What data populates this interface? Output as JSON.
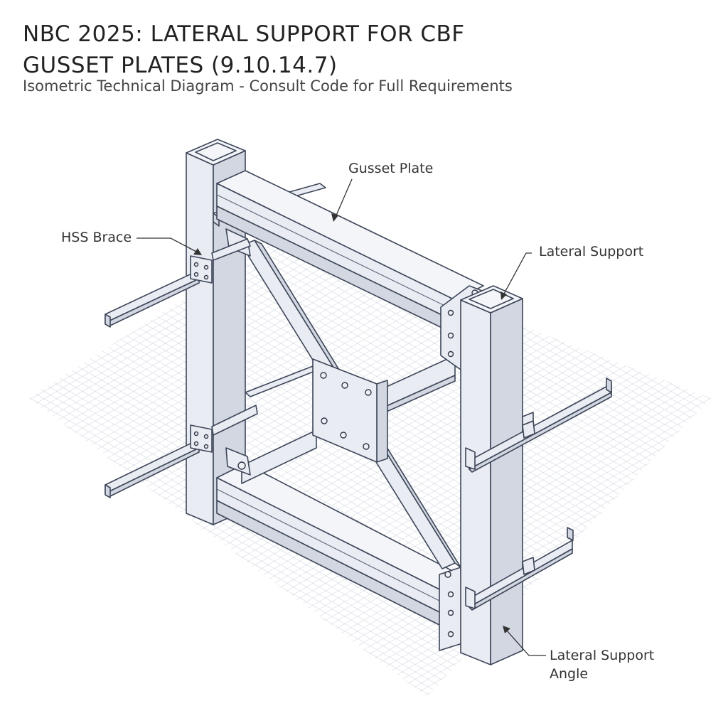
{
  "header": {
    "title": "NBC 2025: LATERAL SUPPORT FOR CBF\nGUSSET PLATES (9.10.14.7)",
    "subtitle": "Isometric Technical Diagram - Consult Code for Full Requirements"
  },
  "labels": {
    "gusset_plate": "Gusset Plate",
    "hss_brace": "HSS Brace",
    "lateral_support": "Lateral Support",
    "lateral_support_angle_line1": "Lateral Support",
    "lateral_support_angle_line2": "Angle"
  },
  "colors": {
    "steel_face": "#e9ecf3",
    "steel_shadow": "#d2d7e2",
    "outline": "#3d4658",
    "grid": "#d9dde5"
  }
}
